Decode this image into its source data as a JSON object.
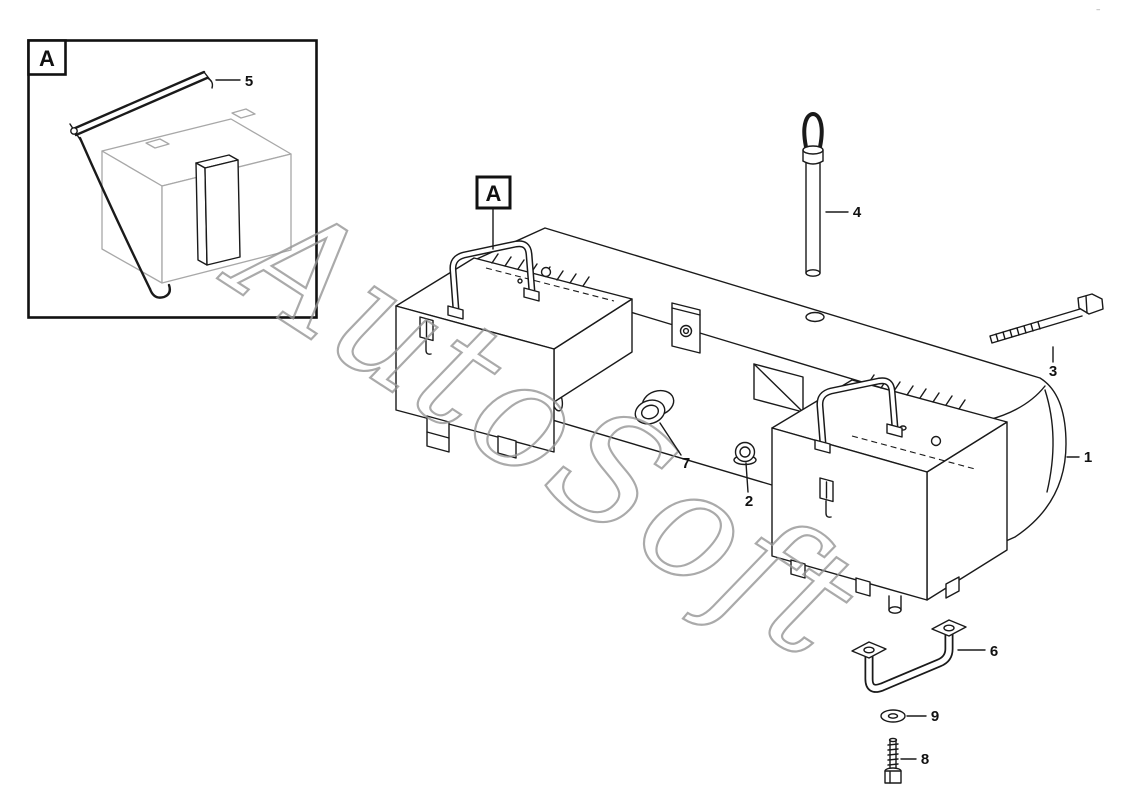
{
  "page": {
    "background": "#ffffff",
    "corner_mark": "–"
  },
  "diagram": {
    "watermark": "AutoSoft",
    "watermark_color": "#959595",
    "line_color": "#1a1a1a",
    "inset": {
      "label": "A"
    },
    "main_view_label": "A",
    "callouts": {
      "part1": "1",
      "part2": "2",
      "part3": "3",
      "part4": "4",
      "part5": "5",
      "part6": "6",
      "part7": "7",
      "part8": "8",
      "part9": "9"
    }
  }
}
